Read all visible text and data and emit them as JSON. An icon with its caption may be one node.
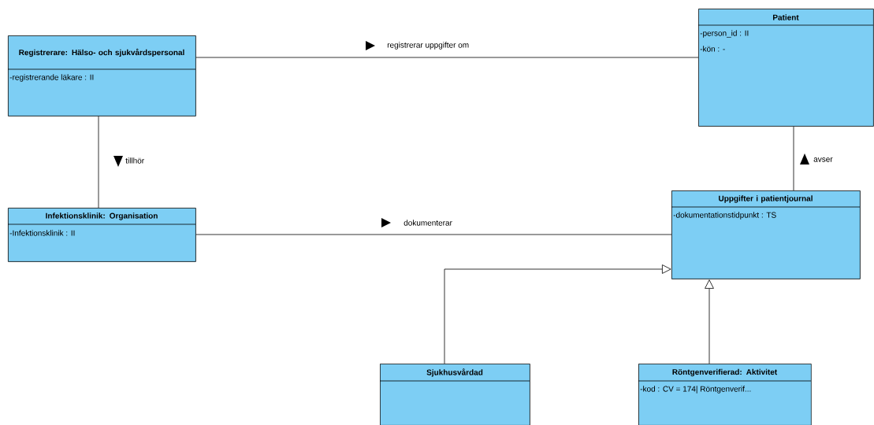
{
  "diagram": {
    "nodes": [
      {
        "text": [
          "Registrerare: Hälso- och sjukvårdspersonal",
          "-registrerande läkare : II"
        ]
      },
      {
        "text": [
          "Patient",
          "-person_id : II",
          "-kön : -"
        ]
      },
      {
        "text": [
          "Infektionsklinik: Organisation",
          "-Infektionsklinik : II"
        ]
      },
      {
        "text": [
          "Uppgifter i patientjournal",
          "-dokumentationstidpunkt : TS"
        ]
      },
      {
        "text": [
          "Sjukhusvårdad"
        ]
      },
      {
        "text": [
          "Röntgenverifierad: Aktivitet",
          "-kod : CV = 174| Röntgenverif..."
        ]
      }
    ],
    "edges": [
      {
        "from": 0,
        "to": 1,
        "arrow": "none",
        "label": "registrerar uppgifter om"
      },
      {
        "from": 0,
        "to": 2,
        "arrow": "none",
        "label": "tillhör"
      },
      {
        "from": 2,
        "to": 3,
        "arrow": "none",
        "label": "dokumenterar"
      },
      {
        "from": 3,
        "to": 1,
        "arrow": "none",
        "label": "avser"
      },
      {
        "from": 4,
        "to": 3,
        "arrow": "to"
      },
      {
        "from": 5,
        "to": 3,
        "arrow": "to"
      }
    ]
  }
}
